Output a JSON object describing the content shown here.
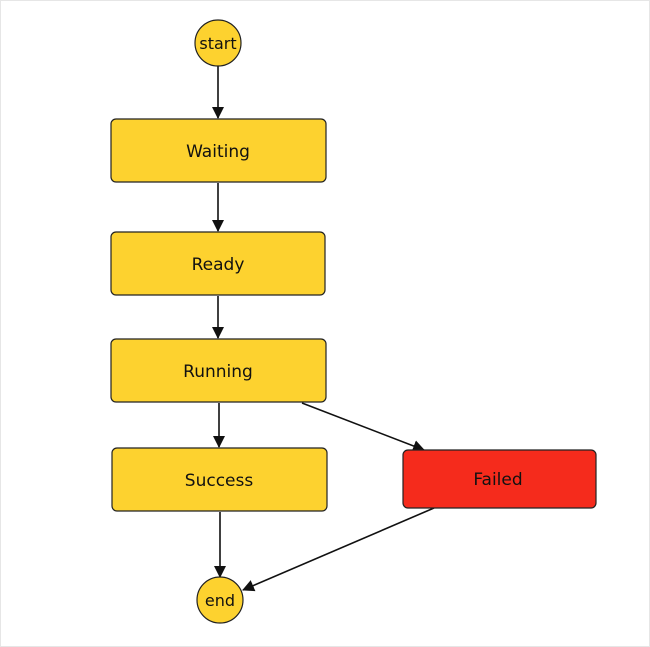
{
  "diagram": {
    "colors": {
      "state_fill": "#FDD22F",
      "failed_fill": "#F52B1C",
      "stroke": "#222222",
      "edge": "#111111"
    },
    "nodes": {
      "start": "start",
      "waiting": "Waiting",
      "ready": "Ready",
      "running": "Running",
      "success": "Success",
      "failed": "Failed",
      "end": "end"
    }
  }
}
